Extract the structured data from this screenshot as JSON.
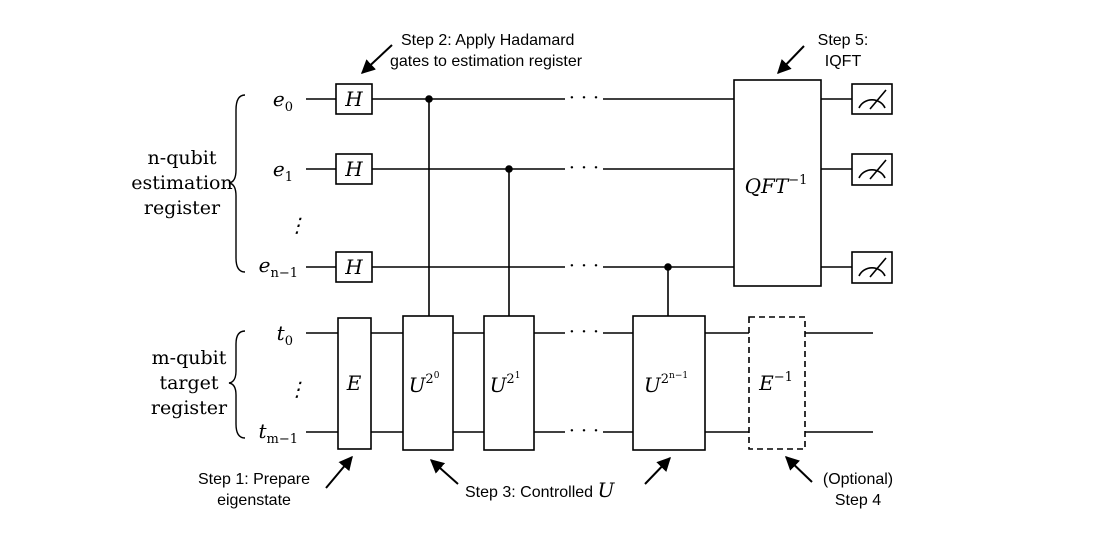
{
  "registers": {
    "estimation": [
      "n-qubit",
      "estimation",
      "register"
    ],
    "target": [
      "m-qubit",
      "target",
      "register"
    ]
  },
  "qubits": {
    "e0": {
      "base": "e",
      "sub": "0"
    },
    "e1": {
      "base": "e",
      "sub": "1"
    },
    "en1": {
      "base": "e",
      "sub": "n−1"
    },
    "t0": {
      "base": "t",
      "sub": "0"
    },
    "tm1": {
      "base": "t",
      "sub": "m−1"
    }
  },
  "vdots": "⋮",
  "hdots": "· · ·",
  "gates": {
    "hadamard": "H",
    "prepare": "E",
    "u_base": "U",
    "u0_exp": "0",
    "u1_exp_base": "2",
    "u1_exp": "1",
    "un_exp_base": "2",
    "un_exp": "n−1",
    "u0_exp_base": "2",
    "qft_base": "QFT",
    "qft_exp": "−1",
    "inverse_base": "E",
    "inverse_exp": "−1"
  },
  "steps": {
    "step1": [
      "Step 1: Prepare",
      "eigenstate"
    ],
    "step2": [
      "Step 2: Apply Hadamard",
      "gates to estimation register"
    ],
    "step3_text": "Step 3: Controlled ",
    "step3_var": "U",
    "step4": [
      "(Optional)",
      "Step 4"
    ],
    "step5": [
      "Step 5:",
      "IQFT"
    ]
  },
  "colors": {
    "ink": "#000000",
    "background": "#ffffff"
  }
}
